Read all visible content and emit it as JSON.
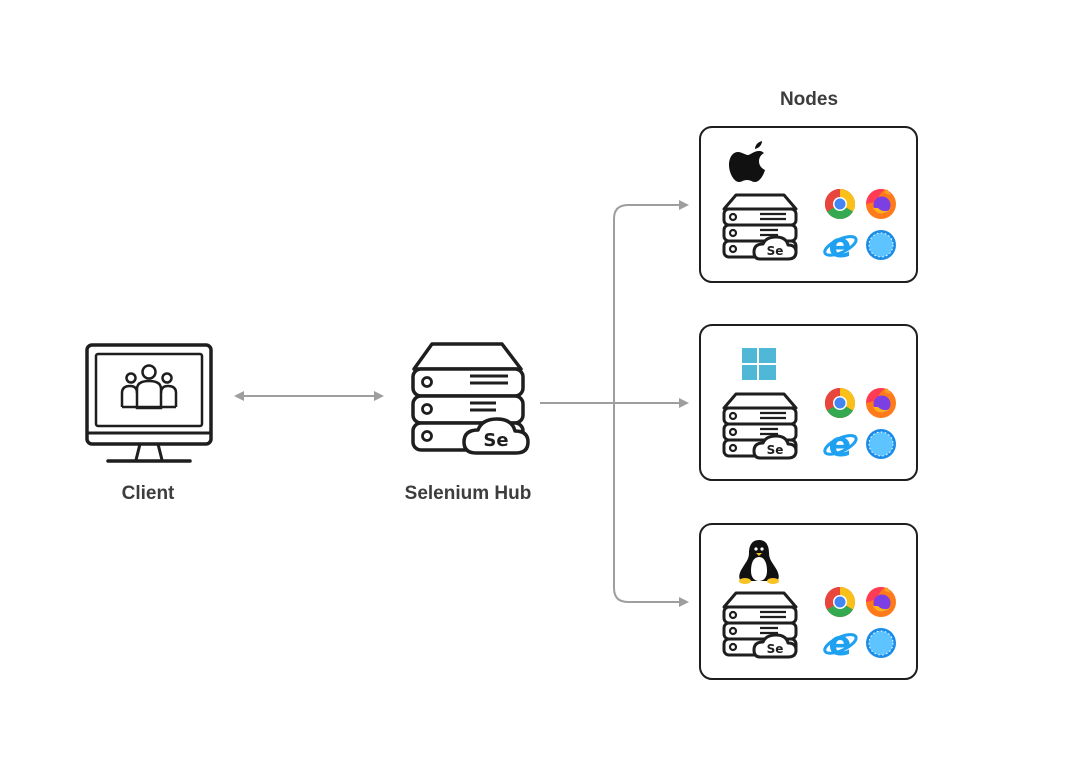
{
  "labels": {
    "client": "Client",
    "hub": "Selenium Hub",
    "nodes_title": "Nodes"
  },
  "hub_badge": "Se",
  "nodes": [
    {
      "os_icon": "apple-icon",
      "badge": "Se",
      "browsers": [
        "chrome",
        "firefox",
        "internet-explorer",
        "safari"
      ]
    },
    {
      "os_icon": "windows-icon",
      "badge": "Se",
      "browsers": [
        "chrome",
        "firefox",
        "internet-explorer",
        "safari"
      ]
    },
    {
      "os_icon": "linux-icon",
      "badge": "Se",
      "browsers": [
        "chrome",
        "firefox",
        "internet-explorer",
        "safari"
      ]
    }
  ],
  "colors": {
    "line": "#9e9e9e",
    "stroke": "#1e1e1e",
    "windows": "#4fb8d6",
    "chrome_red": "#e8453c",
    "chrome_yellow": "#f9c01a",
    "chrome_green": "#35a852",
    "chrome_blue": "#4285f4",
    "firefox_orange": "#ff7a1a",
    "firefox_purple": "#7b3fe4",
    "ie_blue": "#1ea1f1",
    "safari_blue": "#1b8ce8"
  }
}
